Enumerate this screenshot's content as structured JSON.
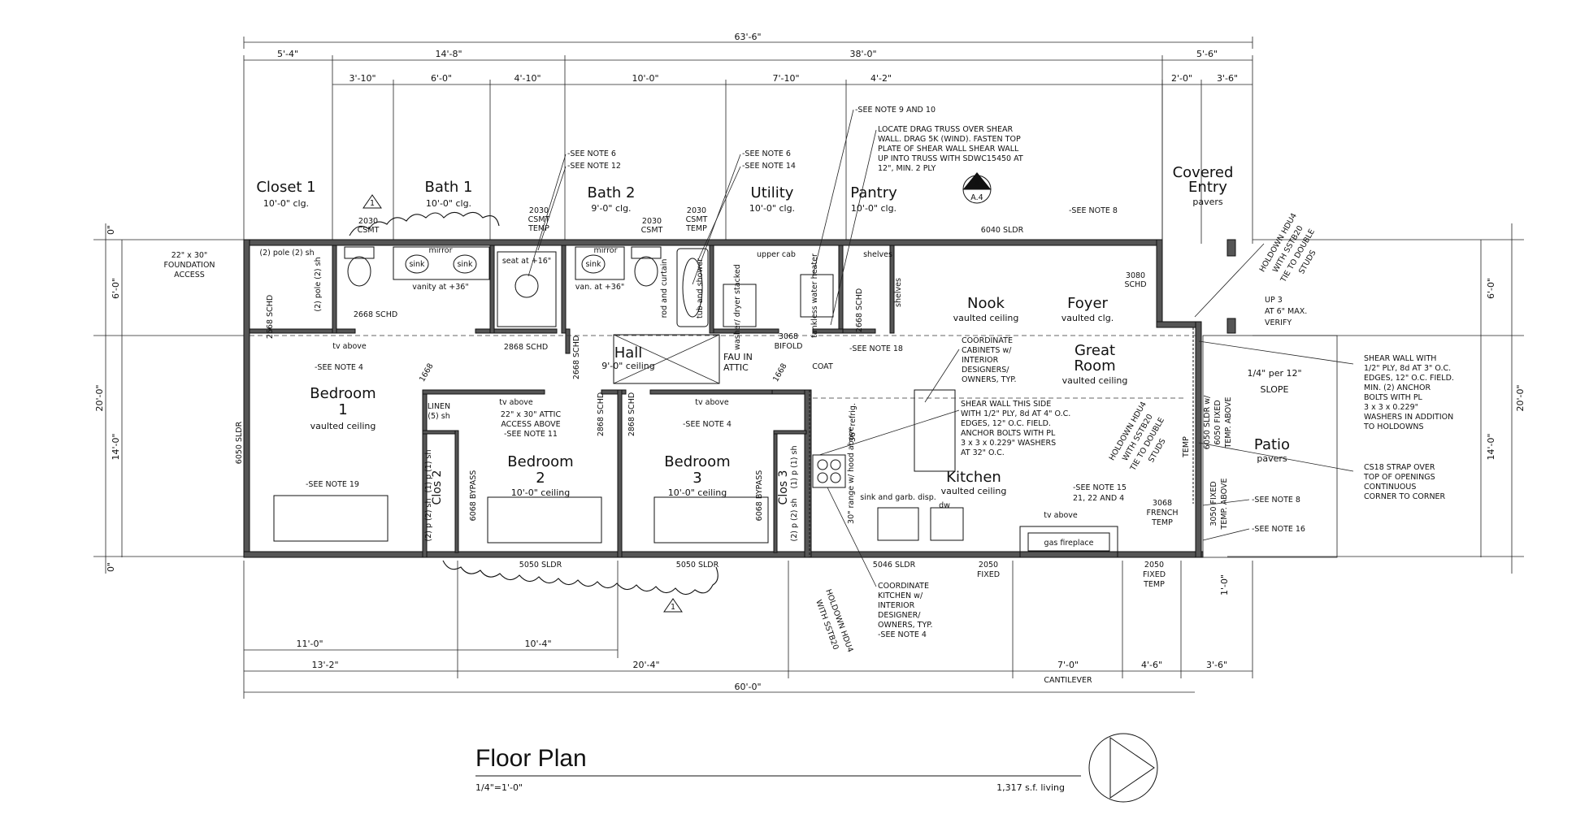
{
  "drawing": {
    "title": "Floor Plan",
    "scale": "1/4\"=1'-0\"",
    "area": "1,317 s.f. living"
  },
  "dimensions": {
    "top_overall": "63'-6\"",
    "top_row1": [
      "5'-4\"",
      "14'-8\"",
      "38'-0\"",
      "5'-6\""
    ],
    "top_row2": [
      "3'-10\"",
      "6'-0\"",
      "4'-10\"",
      "10'-0\"",
      "7'-10\"",
      "4'-2\"",
      "2'-0\"",
      "3'-6\""
    ],
    "left_side": [
      "0\"",
      "6'-0\"",
      "20'-0\"",
      "14'-0\"",
      "0\""
    ],
    "right_side": [
      "6'-0\"",
      "20'-0\"",
      "14'-0\""
    ],
    "bottom_row1": [
      "11'-0\"",
      "10'-4\""
    ],
    "bottom_row2": [
      "13'-2\"",
      "20'-4\"",
      "7'-0\"",
      "4'-6\"",
      "3'-6\""
    ],
    "bottom_overall": "60'-0\"",
    "cantilever": "CANTILEVER",
    "right_small": "1'-0\""
  },
  "rooms": {
    "closet1": {
      "name": "Closet 1",
      "ceiling": "10'-0\" clg."
    },
    "bath1": {
      "name": "Bath 1",
      "ceiling": "10'-0\" clg."
    },
    "bath2": {
      "name": "Bath 2",
      "ceiling": "9'-0\" clg."
    },
    "utility": {
      "name": "Utility",
      "ceiling": "10'-0\" clg."
    },
    "pantry": {
      "name": "Pantry",
      "ceiling": "10'-0\" clg."
    },
    "covered_entry": {
      "name1": "Covered",
      "name2": "Entry",
      "sub": "pavers"
    },
    "nook": {
      "name": "Nook",
      "ceiling": "vaulted ceiling"
    },
    "foyer": {
      "name": "Foyer",
      "ceiling": "vaulted clg."
    },
    "great_room": {
      "name1": "Great",
      "name2": "Room",
      "ceiling": "vaulted ceiling"
    },
    "bedroom1": {
      "name1": "Bedroom",
      "name2": "1",
      "ceiling": "vaulted ceiling"
    },
    "bedroom2": {
      "name1": "Bedroom",
      "name2": "2",
      "ceiling": "10'-0\" ceiling"
    },
    "bedroom3": {
      "name1": "Bedroom",
      "name2": "3",
      "ceiling": "10'-0\" ceiling"
    },
    "hall": {
      "name": "Hall",
      "ceiling": "9'-0\" ceiling"
    },
    "kitchen": {
      "name": "Kitchen",
      "ceiling": "vaulted ceiling"
    },
    "patio": {
      "name": "Patio",
      "sub": "pavers"
    },
    "clos2": "Clos 2",
    "clos3": "Clos 3",
    "coat": "COAT",
    "linen1": "LINEN",
    "linen2": "(5) sh"
  },
  "labels": {
    "csmt_2030": "2030",
    "csmt": "CSMT",
    "csmt_temp": "TEMP",
    "sldr_6040": "6040 SLDR",
    "schd_3080": "3080",
    "schd": "SCHD",
    "schd_2668": "2668 SCHD",
    "schd_2868": "2868 SCHD",
    "sldr_6050": "6050 SLDR",
    "sldr_5050": "5050 SLDR",
    "sldr_5046": "5046 SLDR",
    "fixed_2050": "2050",
    "fixed": "FIXED",
    "fixed_temp": "FIXED",
    "temp": "TEMP",
    "bypass_6068": "6068 BYPASS",
    "bifold_3068": "3068",
    "bifold": "BIFOLD",
    "french_3068": "3068",
    "french": "FRENCH",
    "french_temp": "TEMP",
    "door_1668": "1668",
    "pole_sh": "(2) pole (2) sh",
    "pole_sh_v": "(2) pole (2) sh",
    "p_sh": "(2) p (2) sh",
    "p_sh_short": "(1) p (1) sh",
    "mirror": "mirror",
    "vanity": "vanity at +36\"",
    "van": "van. at +36\"",
    "sink": "sink",
    "seat": "seat at +16\"",
    "rod_curtain": "rod and curtain",
    "tub_shower": "tub and shower",
    "upper_cab": "upper cab",
    "washer_dryer": "washer/ dryer stacked",
    "tankless": "tankless water heater",
    "shelves": "shelves",
    "tv_above": "tv above",
    "ref": "36\" refrig.",
    "range": "30\" range w/ hood above",
    "sink_garb": "sink and garb. disp.",
    "dw": "dw",
    "gas_fireplace": "gas fireplace",
    "fau": "FAU IN",
    "attic": "ATTIC",
    "foundation": "22\" x 30\"",
    "foundation2": "FOUNDATION",
    "foundation3": "ACCESS",
    "attic_access1": "22\" x 30\" ATTIC",
    "attic_access2": "ACCESS ABOVE",
    "attic_access3": "-SEE NOTE 11",
    "slope1": "1/4\" per 12\"",
    "slope2": "SLOPE",
    "up1": "UP 3",
    "up2": "AT 6\" MAX.",
    "up3": "VERIFY",
    "hd_top1": "HOLDOWN HDU4",
    "hd_top2": "WITH SSTB20",
    "hd_top3": "TIE TO DOUBLE",
    "hd_top4": "STUDS",
    "hd_mid1": "HOLDOWN HDU4",
    "hd_mid2": "WITH SSTB20",
    "hd_mid3": "TIE TO DOUBLE",
    "hd_mid4": "STUDS",
    "hd_bot1": "HOLDOWN HDU4",
    "hd_bot2": "WITH SSTB20",
    "sldr_6050_fixed1": "6050 SLDR w/",
    "sldr_6050_fixed2": "6050 FIXED",
    "sldr_6050_fixed3": "TEMP. ABOVE",
    "fixed_3050_1": "3050 FIXED",
    "fixed_3050_2": "TEMP. ABOVE",
    "section_tag_top": "A",
    "section_tag_bot": "A.4",
    "rev": "1",
    "lowercase_temp": "TEMP"
  },
  "notes": {
    "n9_10": "-SEE NOTE 9 AND 10",
    "drag": [
      "LOCATE DRAG TRUSS OVER SHEAR",
      "WALL. DRAG 5K (WIND). FASTEN TOP",
      "PLATE OF SHEAR WALL SHEAR WALL",
      "UP INTO TRUSS WITH SDWC15450 AT",
      "12\", MIN. 2 PLY"
    ],
    "n6_12a": "-SEE NOTE 6",
    "n6_12b": "-SEE NOTE 12",
    "n6_14a": "-SEE NOTE 6",
    "n6_14b": "-SEE NOTE 14",
    "n8_top": "-SEE NOTE 8",
    "n4_top": "-SEE NOTE 4",
    "n4_mid": "-SEE NOTE 4",
    "n18": "-SEE NOTE 18",
    "n19": "-SEE NOTE 19",
    "n8_bot": "-SEE NOTE 8",
    "n16": "-SEE NOTE 16",
    "n15a": "-SEE NOTE 15",
    "n15b": "21, 22 AND 4",
    "coord_cab": [
      "COORDINATE",
      "CABINETS w/",
      "INTERIOR",
      "DESIGNERS/",
      "OWNERS, TYP."
    ],
    "shear_this": [
      "SHEAR WALL THIS SIDE",
      "WITH 1/2\" PLY, 8d AT 4\" O.C.",
      "EDGES, 12\" O.C. FIELD.",
      "ANCHOR BOLTS WITH PL",
      "3 x 3 x 0.229\" WASHERS",
      "AT 32\" O.C."
    ],
    "shear_right": [
      "SHEAR WALL WITH",
      "1/2\" PLY, 8d AT 3\" O.C.",
      "EDGES, 12\" O.C. FIELD.",
      "MIN. (2) ANCHOR",
      "BOLTS WITH PL",
      "3 x 3 x 0.229\"",
      "WASHERS IN ADDITION",
      "TO HOLDOWNS"
    ],
    "cs18": [
      "CS18 STRAP OVER",
      "TOP OF OPENINGS",
      "CONTINUOUS",
      "CORNER TO CORNER"
    ],
    "coord_kit": [
      "COORDINATE",
      "KITCHEN w/",
      "INTERIOR",
      "DESIGNER/",
      "OWNERS, TYP.",
      "-SEE NOTE 4"
    ]
  }
}
